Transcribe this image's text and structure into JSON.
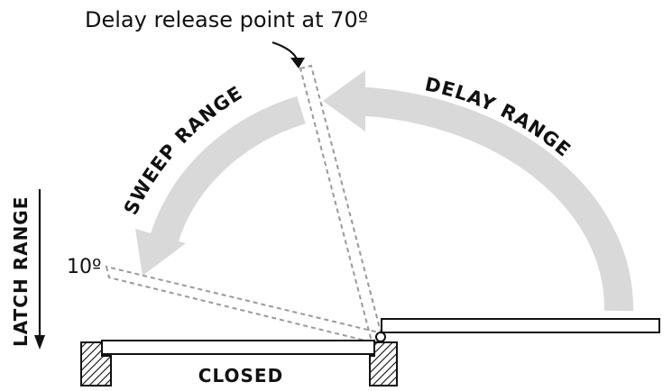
{
  "labels": {
    "delay_release": "Delay release point at 70º",
    "ten_degrees": "10º",
    "delay_range": "DELAY RANGE",
    "sweep_range": "SWEEP RANGE",
    "latch_range": "LATCH RANGE",
    "closed": "CLOSED"
  },
  "colors": {
    "arrow_fill": "#d9d9d9",
    "ghost_line": "#999999",
    "outline": "#111111",
    "background": "#ffffff"
  }
}
